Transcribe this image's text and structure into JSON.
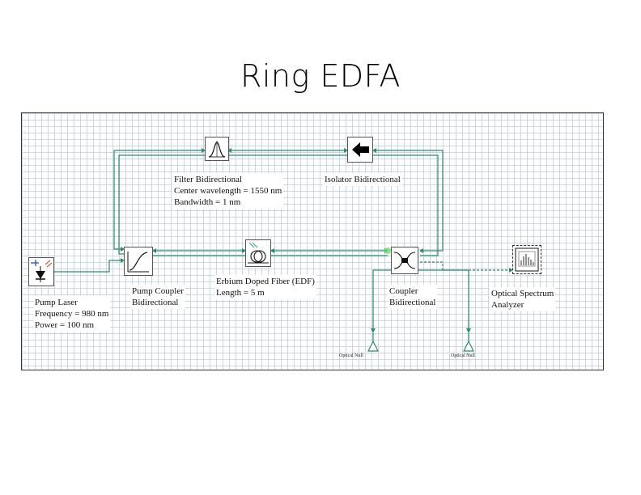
{
  "title": "Ring EDFA",
  "components": {
    "filter": {
      "name": "Filter Bidirectional",
      "param1": "Center wavelength = 1550 nm",
      "param2": "Bandwidth = 1 nm"
    },
    "isolator": {
      "name": "Isolator Bidirectional"
    },
    "pump_laser": {
      "name": "Pump Laser",
      "param1": "Frequency = 980 nm",
      "param2": "Power = 100 nm"
    },
    "pump_coupler": {
      "name1": "Pump Coupler",
      "name2": "Bidirectional"
    },
    "edf": {
      "name": "Erbium Doped Fiber (EDF)",
      "param1": "Length = 5 m"
    },
    "coupler": {
      "name1": "Coupler",
      "name2": "Bidirectional"
    },
    "osa": {
      "name1": "Optical Spectrum",
      "name2": "Analyzer"
    },
    "null1": {
      "name": "Optical Null"
    },
    "null2": {
      "name": "Optical Null"
    }
  },
  "colors": {
    "wire": "#2e8a6e",
    "grid": "#c9d3ea",
    "signal_wire": "#2e8a6e"
  }
}
